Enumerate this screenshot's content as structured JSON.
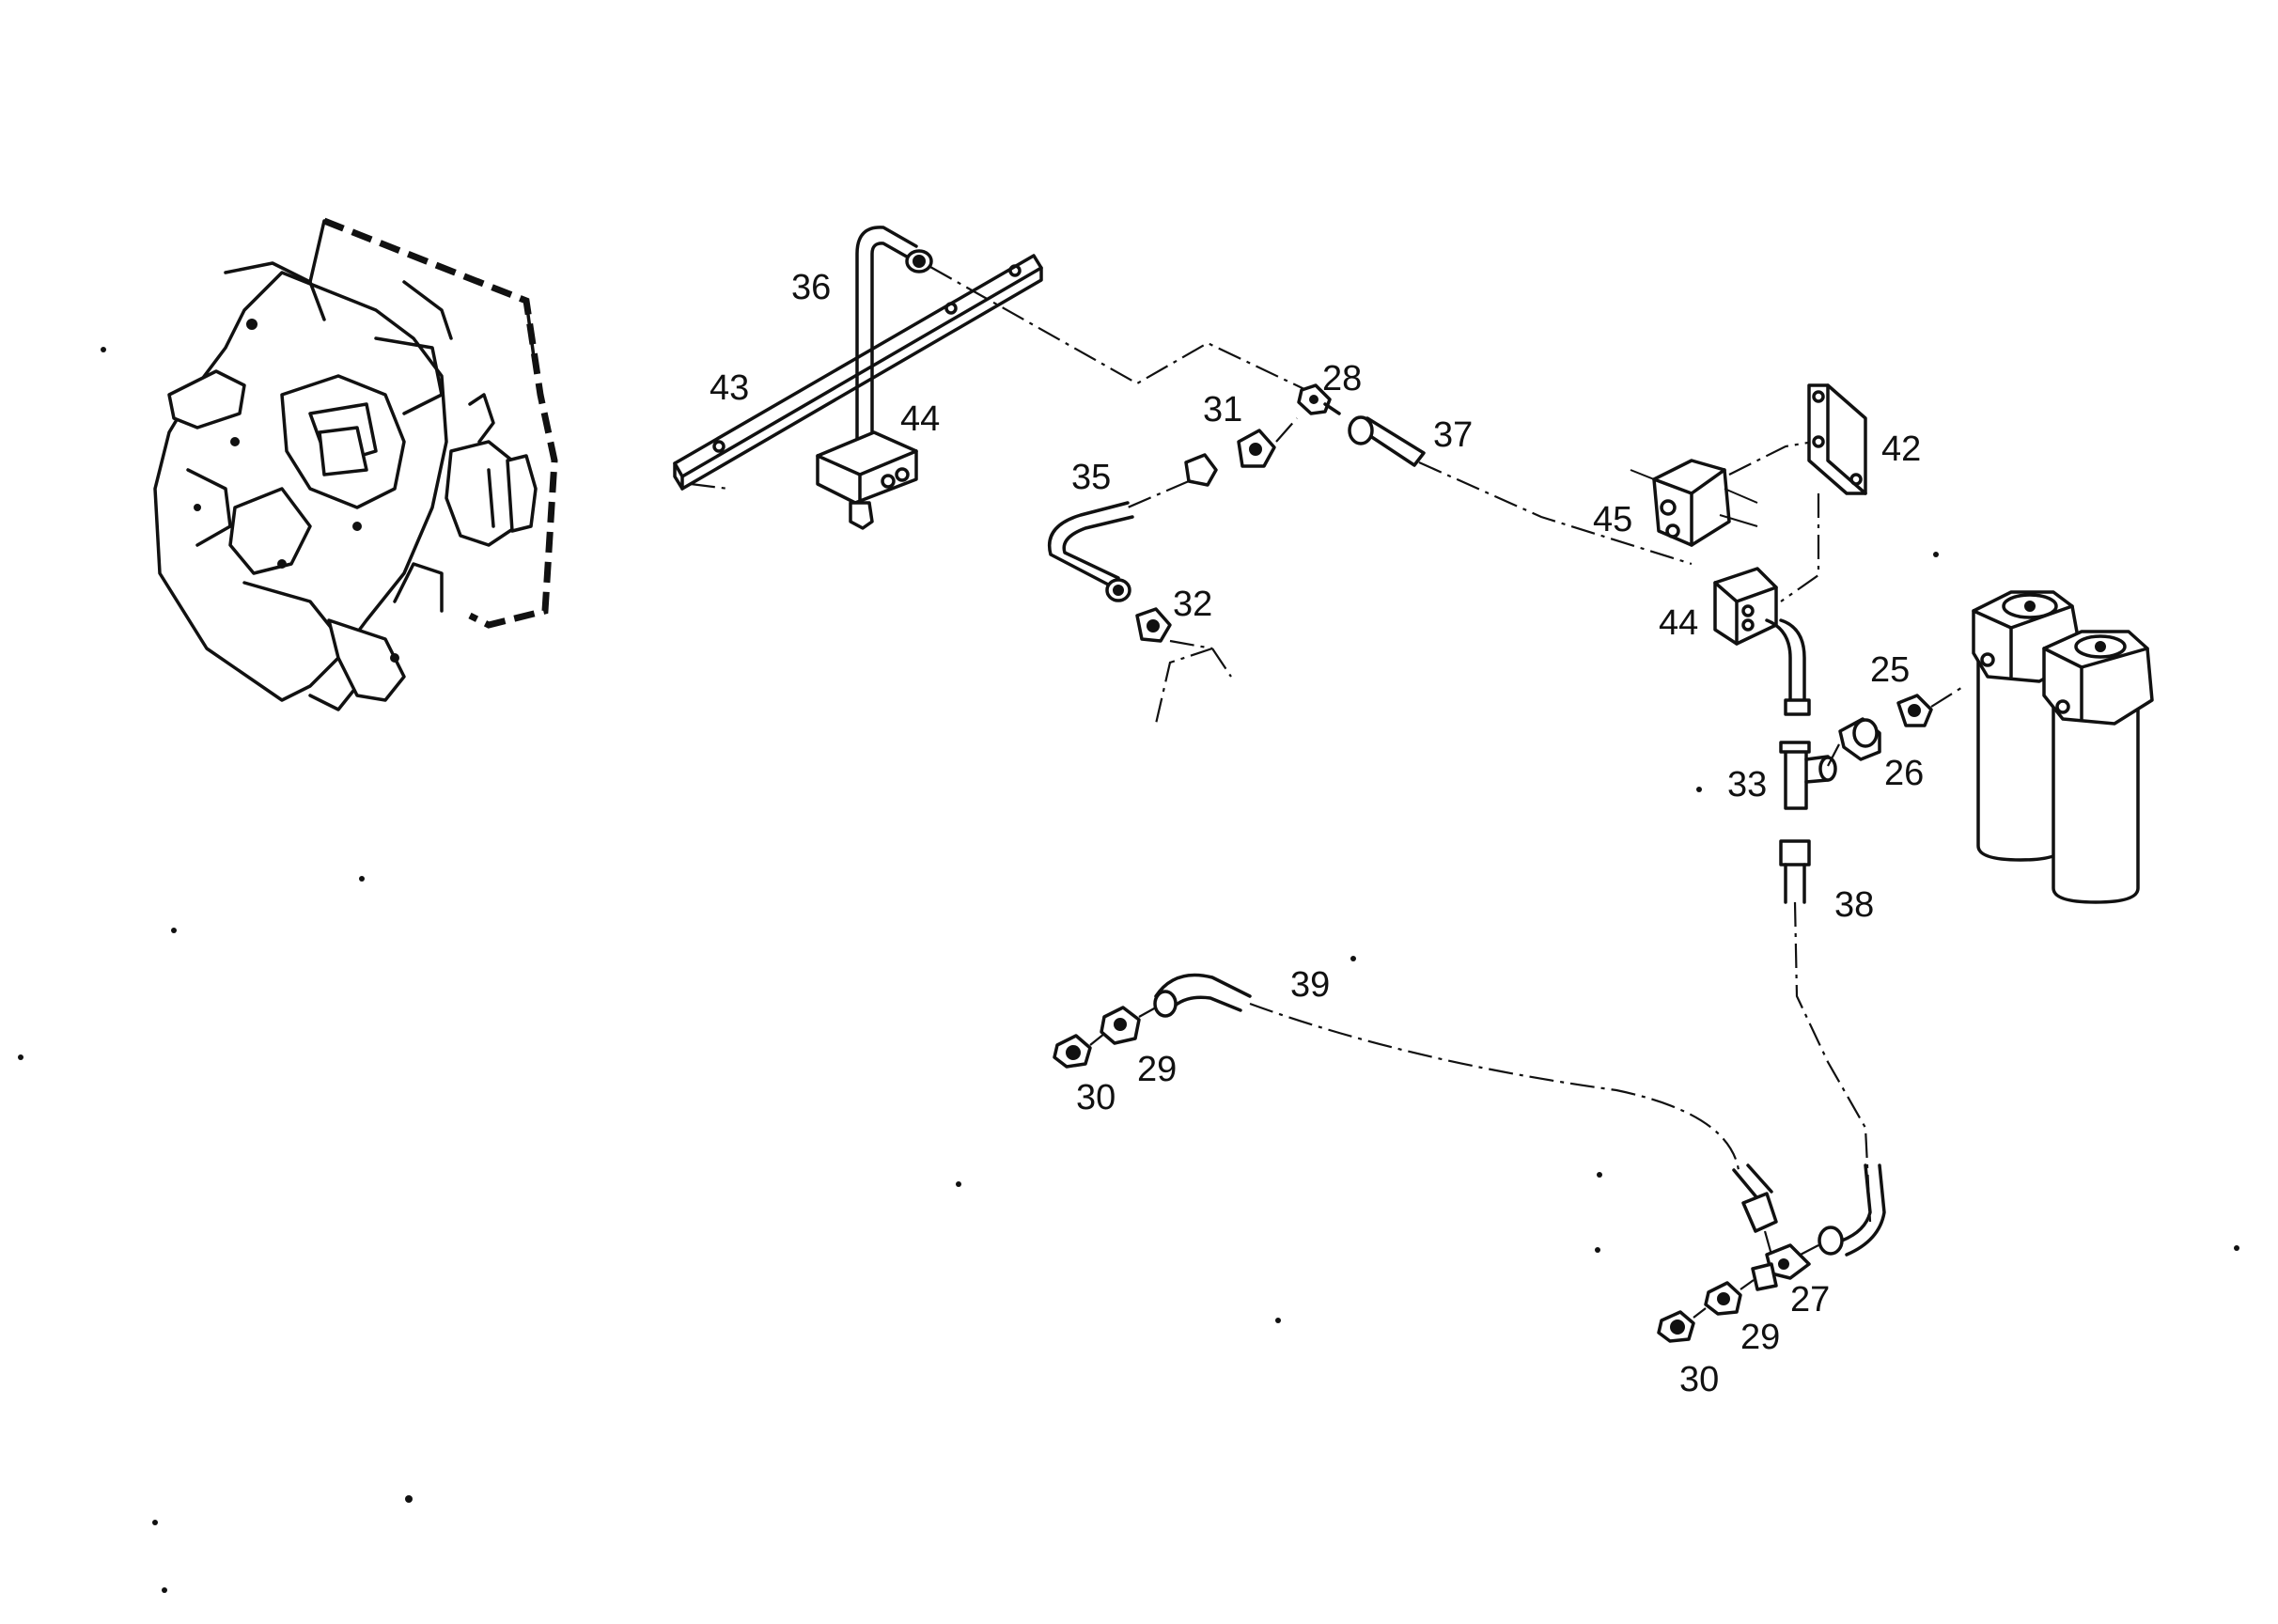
{
  "callouts": {
    "c25": "25",
    "c26": "26",
    "c27": "27",
    "c28": "28",
    "c29a": "29",
    "c29b": "29",
    "c30a": "30",
    "c30b": "30",
    "c31": "31",
    "c32": "32",
    "c33": "33",
    "c35": "35",
    "c36": "36",
    "c37": "37",
    "c38": "38",
    "c39": "39",
    "c42": "42",
    "c43": "43",
    "c44a": "44",
    "c44b": "44",
    "c45": "45"
  }
}
